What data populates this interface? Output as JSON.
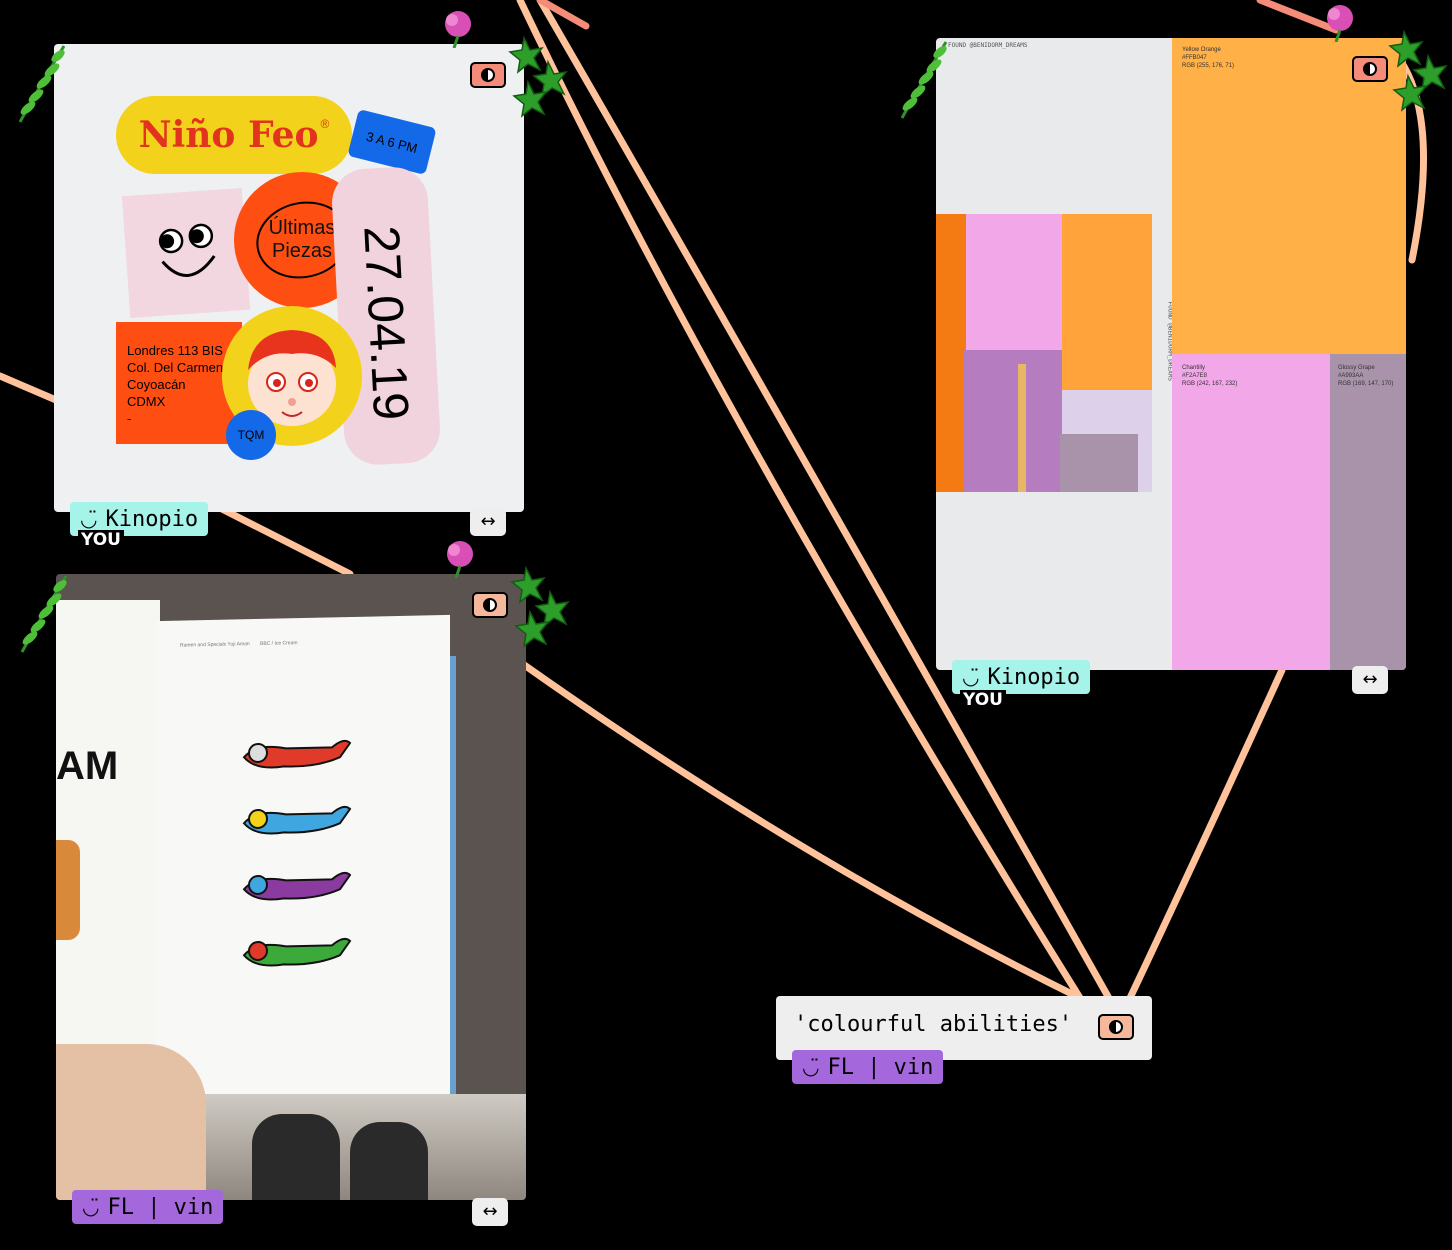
{
  "canvas": {
    "background": "#000000",
    "connection_color": "#ffc29a",
    "connection_color_alt": "#f58c7a"
  },
  "users": {
    "kinopio": {
      "name": "Kinopio",
      "color": "#a6f3ea",
      "you_label": "YOU"
    },
    "flvin": {
      "name": "FL | vin",
      "color": "#a468dc"
    }
  },
  "cards": {
    "poster": {
      "brand": "Niño Feo",
      "registered": "®",
      "time": "3 A 6 PM",
      "promo_line1": "Últimas",
      "promo_line2": "Piezas",
      "date": "27.04.19",
      "address": [
        "Londres 113 BIS",
        "Col. Del Carmen",
        "Coyoacán",
        "CDMX",
        "-"
      ],
      "bubble": "TQM",
      "author": "Kinopio",
      "you_label": "YOU"
    },
    "palette": {
      "side_text": "FOUND @BENIDORM_DREAMS",
      "swatches": [
        {
          "name": "Yellow Orange",
          "hex": "#FFB047",
          "rgb": "RGB (255, 176, 71)",
          "color": "#ffb047"
        },
        {
          "name": "Chantilly",
          "hex": "#F2A7E8",
          "rgb": "RGB (242, 167, 232)",
          "color": "#f2a7e8"
        },
        {
          "name": "Glossy Grape",
          "hex": "#A993AA",
          "rgb": "RGB (169, 147, 170)",
          "color": "#a993aa"
        }
      ],
      "author": "Kinopio",
      "you_label": "YOU"
    },
    "book": {
      "page_heading_left": "Ramen and Specials Yuji Aman",
      "page_heading_right": "BBC / Ice Cream",
      "spread_fragment": "AM",
      "author": "FL | vin"
    },
    "text_card": {
      "text": "'colourful abilities'",
      "author": "FL | vin"
    }
  },
  "controls": {
    "resize_glyph": "↔",
    "face_glyph": "◡̈"
  }
}
